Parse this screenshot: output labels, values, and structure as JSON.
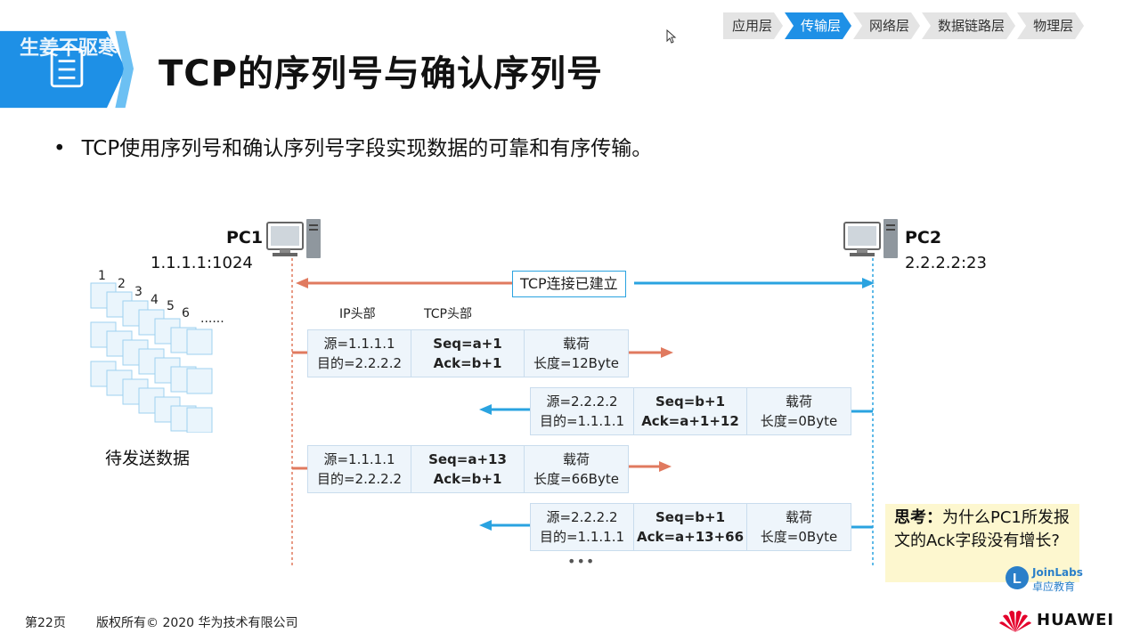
{
  "title": "TCP的序列号与确认序列号",
  "watermark": "生姜不驱寒",
  "layers": [
    "应用层",
    "传输层",
    "网络层",
    "数据链路层",
    "物理层"
  ],
  "active_layer": "传输层",
  "bullet": "TCP使用序列号和确认序列号字段实现数据的可靠和有序传输。",
  "pc1": {
    "name": "PC1",
    "addr": "1.1.1.1:1024"
  },
  "pc2": {
    "name": "PC2",
    "addr": "2.2.2.2:23"
  },
  "connection": "TCP连接已建立",
  "header_labels": {
    "ip": "IP头部",
    "tcp": "TCP头部"
  },
  "queue": {
    "numbers": [
      "1",
      "2",
      "3",
      "4",
      "5",
      "6"
    ],
    "more": "......",
    "label": "待发送数据"
  },
  "packets": [
    {
      "src": "源=1.1.1.1",
      "dst": "目的=2.2.2.2",
      "seq": "Seq=a+1",
      "ack": "Ack=b+1",
      "payload": "载荷",
      "len": "长度=12Byte",
      "dir": "right"
    },
    {
      "src": "源=2.2.2.2",
      "dst": "目的=1.1.1.1",
      "seq": "Seq=b+1",
      "ack": "Ack=a+1+12",
      "payload": "载荷",
      "len": "长度=0Byte",
      "dir": "left"
    },
    {
      "src": "源=1.1.1.1",
      "dst": "目的=2.2.2.2",
      "seq": "Seq=a+13",
      "ack": "Ack=b+1",
      "payload": "载荷",
      "len": "长度=66Byte",
      "dir": "right"
    },
    {
      "src": "源=2.2.2.2",
      "dst": "目的=1.1.1.1",
      "seq": "Seq=b+1",
      "ack": "Ack=a+13+66",
      "payload": "载荷",
      "len": "长度=0Byte",
      "dir": "left"
    }
  ],
  "ellipsis": "•••",
  "think": {
    "label": "思考：",
    "text": "为什么PC1所发报文的Ack字段没有增长?"
  },
  "joinlabs": {
    "name": "JoinLabs",
    "sub": "卓应教育"
  },
  "footer": {
    "page": "第22页",
    "copyright": "版权所有© 2020 华为技术有限公司",
    "brand": "HUAWEI"
  },
  "colors": {
    "accent": "#1e90e6",
    "pc1_line": "#e07a5f",
    "pc2_line": "#2aa3e0"
  }
}
